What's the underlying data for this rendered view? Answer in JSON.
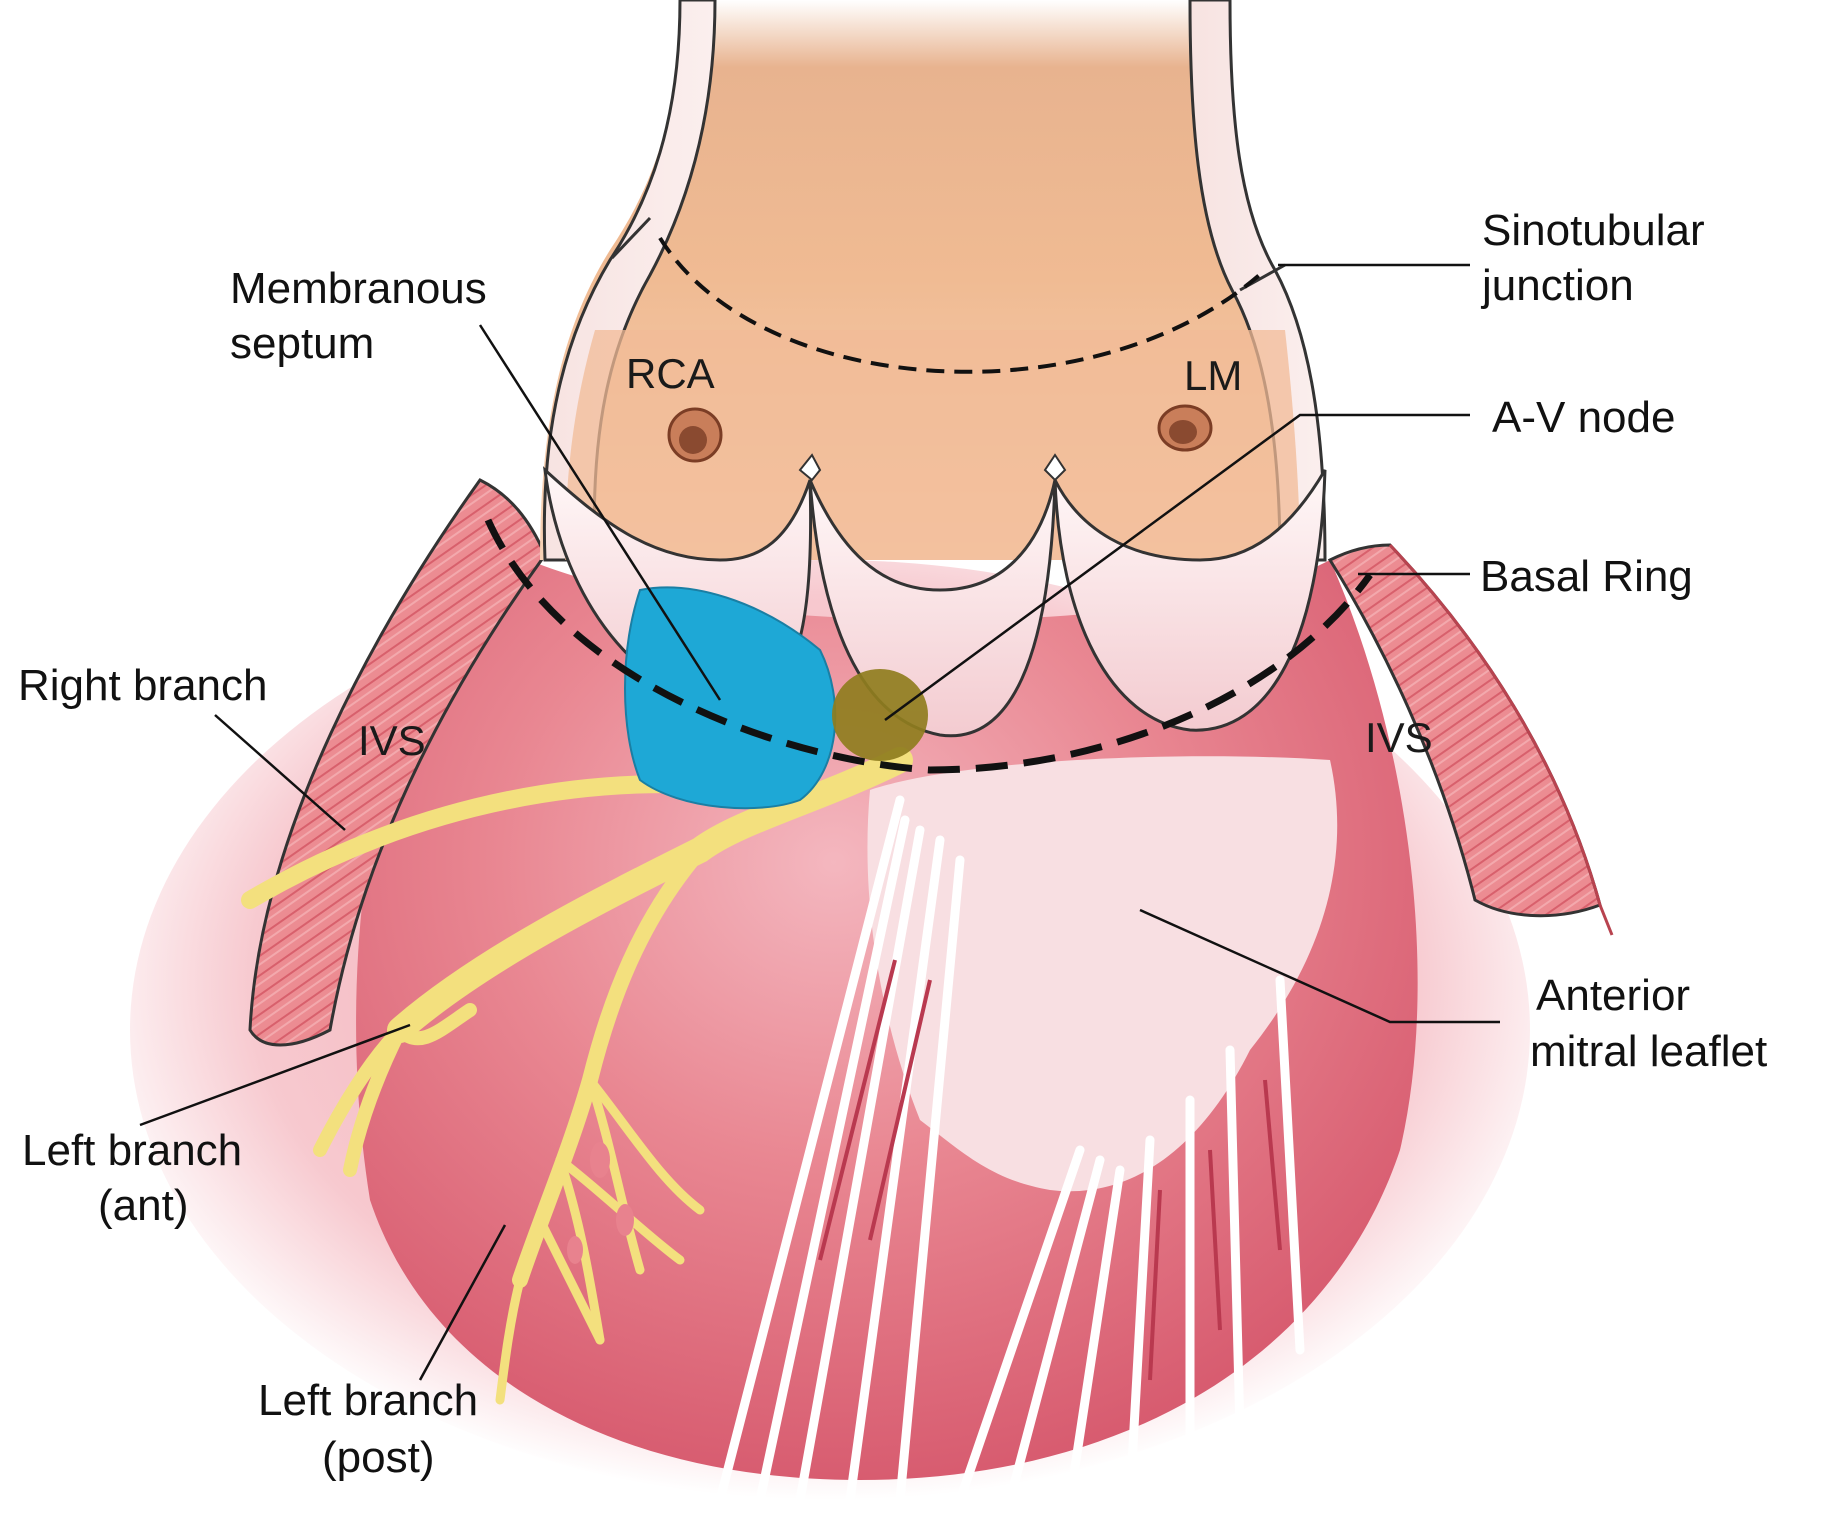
{
  "labels": {
    "sinotubular_line1": "Sinotubular",
    "sinotubular_line2": "junction",
    "membranous_line1": "Membranous",
    "membranous_line2": "septum",
    "av_node": "A-V node",
    "basal_ring": "Basal Ring",
    "right_branch": "Right branch",
    "ivs_left": "IVS",
    "ivs_right": "IVS",
    "rca": "RCA",
    "lm": "LM",
    "anterior_line1": "Anterior",
    "anterior_line2": "mitral leaflet",
    "left_ant_line1": "Left branch",
    "left_ant_line2": "(ant)",
    "left_post_line1": "Left branch",
    "left_post_line2": "(post)"
  },
  "colors": {
    "aorta_tissue": "#f3c29a",
    "cusp_white": "#fbf2f1",
    "chamber_pink": "#e9848f",
    "chamber_deep": "#d8596d",
    "septum_stripe": "#e77e85",
    "conduction_yellow": "#f3e07e",
    "membranous_blue": "#1ea8d6",
    "av_node_olive": "#8f7d1e"
  }
}
